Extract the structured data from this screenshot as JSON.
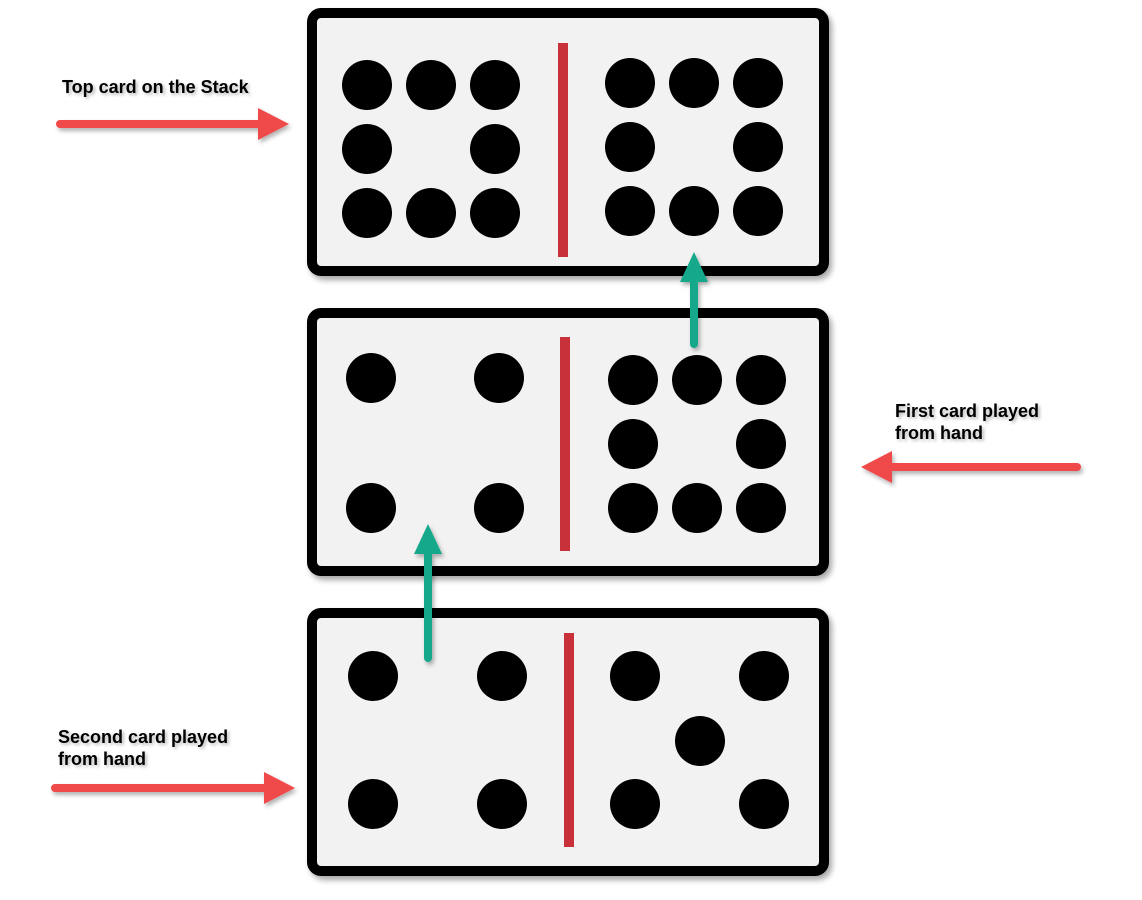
{
  "labels": {
    "top_card": "Top card on the Stack",
    "first_card_line1": "First card played",
    "first_card_line2": "from hand",
    "second_card_line1": "Second card played",
    "second_card_line2": "from hand"
  },
  "cards": [
    {
      "id": "top",
      "left_pips": 8,
      "right_pips": 8
    },
    {
      "id": "first",
      "left_pips": 4,
      "right_pips": 8
    },
    {
      "id": "second",
      "left_pips": 4,
      "right_pips": 5
    }
  ],
  "colors": {
    "pointer_arrow": "#f04848",
    "play_arrow": "#15a88a",
    "divider": "#c8303a",
    "pip": "#000000",
    "card_face": "#f2f2f2"
  }
}
